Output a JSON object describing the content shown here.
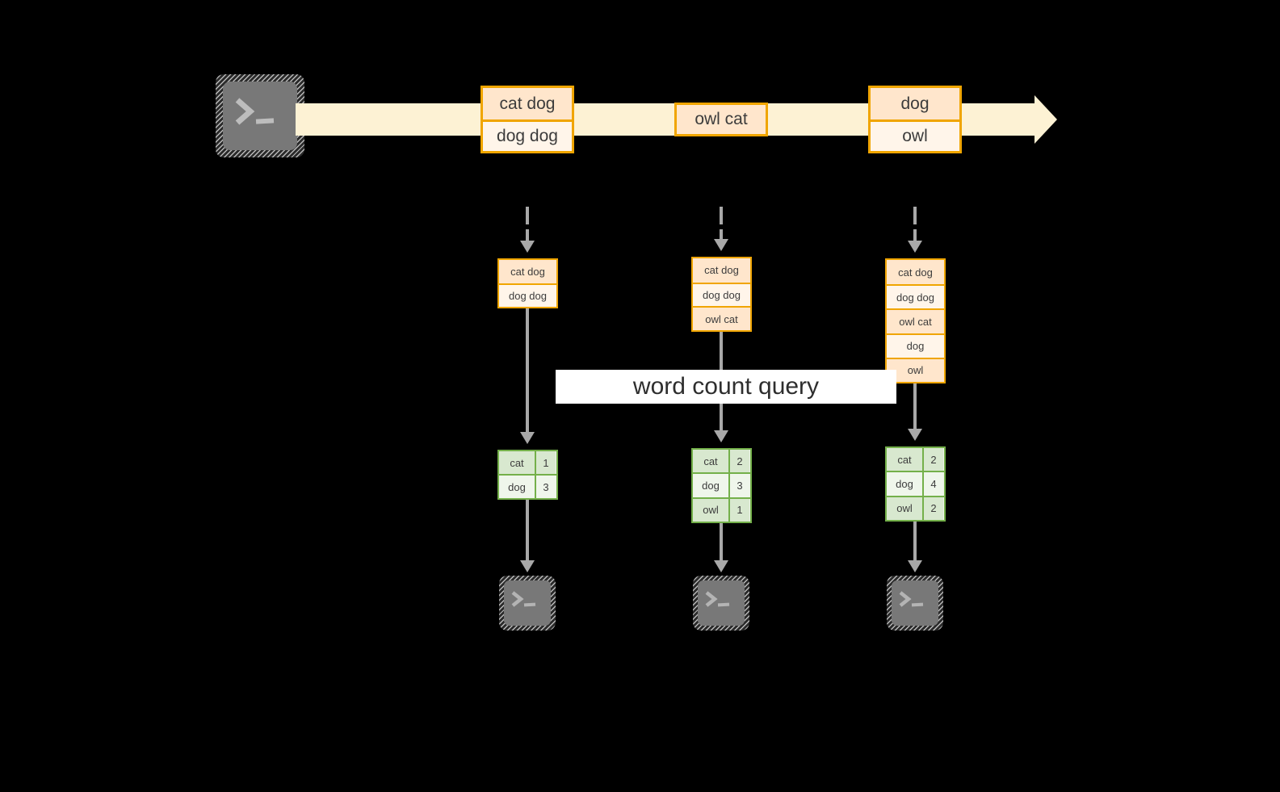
{
  "diagram": {
    "title_label": "word count query",
    "stream": {
      "source_icon": "terminal-icon",
      "records": [
        {
          "lines": [
            "cat dog",
            "dog dog"
          ]
        },
        {
          "lines": [
            "owl cat"
          ]
        },
        {
          "lines": [
            "dog",
            "owl"
          ]
        }
      ]
    },
    "snapshots": [
      {
        "name": "snapshot-1",
        "buffer": [
          "cat dog",
          "dog dog"
        ],
        "result": {
          "rows": [
            {
              "word": "cat",
              "count": "1"
            },
            {
              "word": "dog",
              "count": "3"
            }
          ]
        },
        "sink_icon": "terminal-icon"
      },
      {
        "name": "snapshot-2",
        "buffer": [
          "cat dog",
          "dog dog",
          "owl cat"
        ],
        "result": {
          "rows": [
            {
              "word": "cat",
              "count": "2"
            },
            {
              "word": "dog",
              "count": "3"
            },
            {
              "word": "owl",
              "count": "1"
            }
          ]
        },
        "sink_icon": "terminal-icon"
      },
      {
        "name": "snapshot-3",
        "buffer": [
          "cat dog",
          "dog dog",
          "owl cat",
          "dog",
          "owl"
        ],
        "result": {
          "rows": [
            {
              "word": "cat",
              "count": "2"
            },
            {
              "word": "dog",
              "count": "4"
            },
            {
              "word": "owl",
              "count": "2"
            }
          ]
        },
        "sink_icon": "terminal-icon"
      }
    ],
    "colors": {
      "background": "#000000",
      "stream_band": "#fdf2d4",
      "record_border": "#f0a500",
      "record_fill_dark": "#ffe6cc",
      "record_fill_light": "#fff5ea",
      "result_border": "#74b04a",
      "result_fill_dark": "#d8e8cf",
      "result_fill_light": "#eff6eb",
      "connector": "#a8a8a8",
      "icon_body": "#787878",
      "label_fill": "#ffffff"
    }
  }
}
